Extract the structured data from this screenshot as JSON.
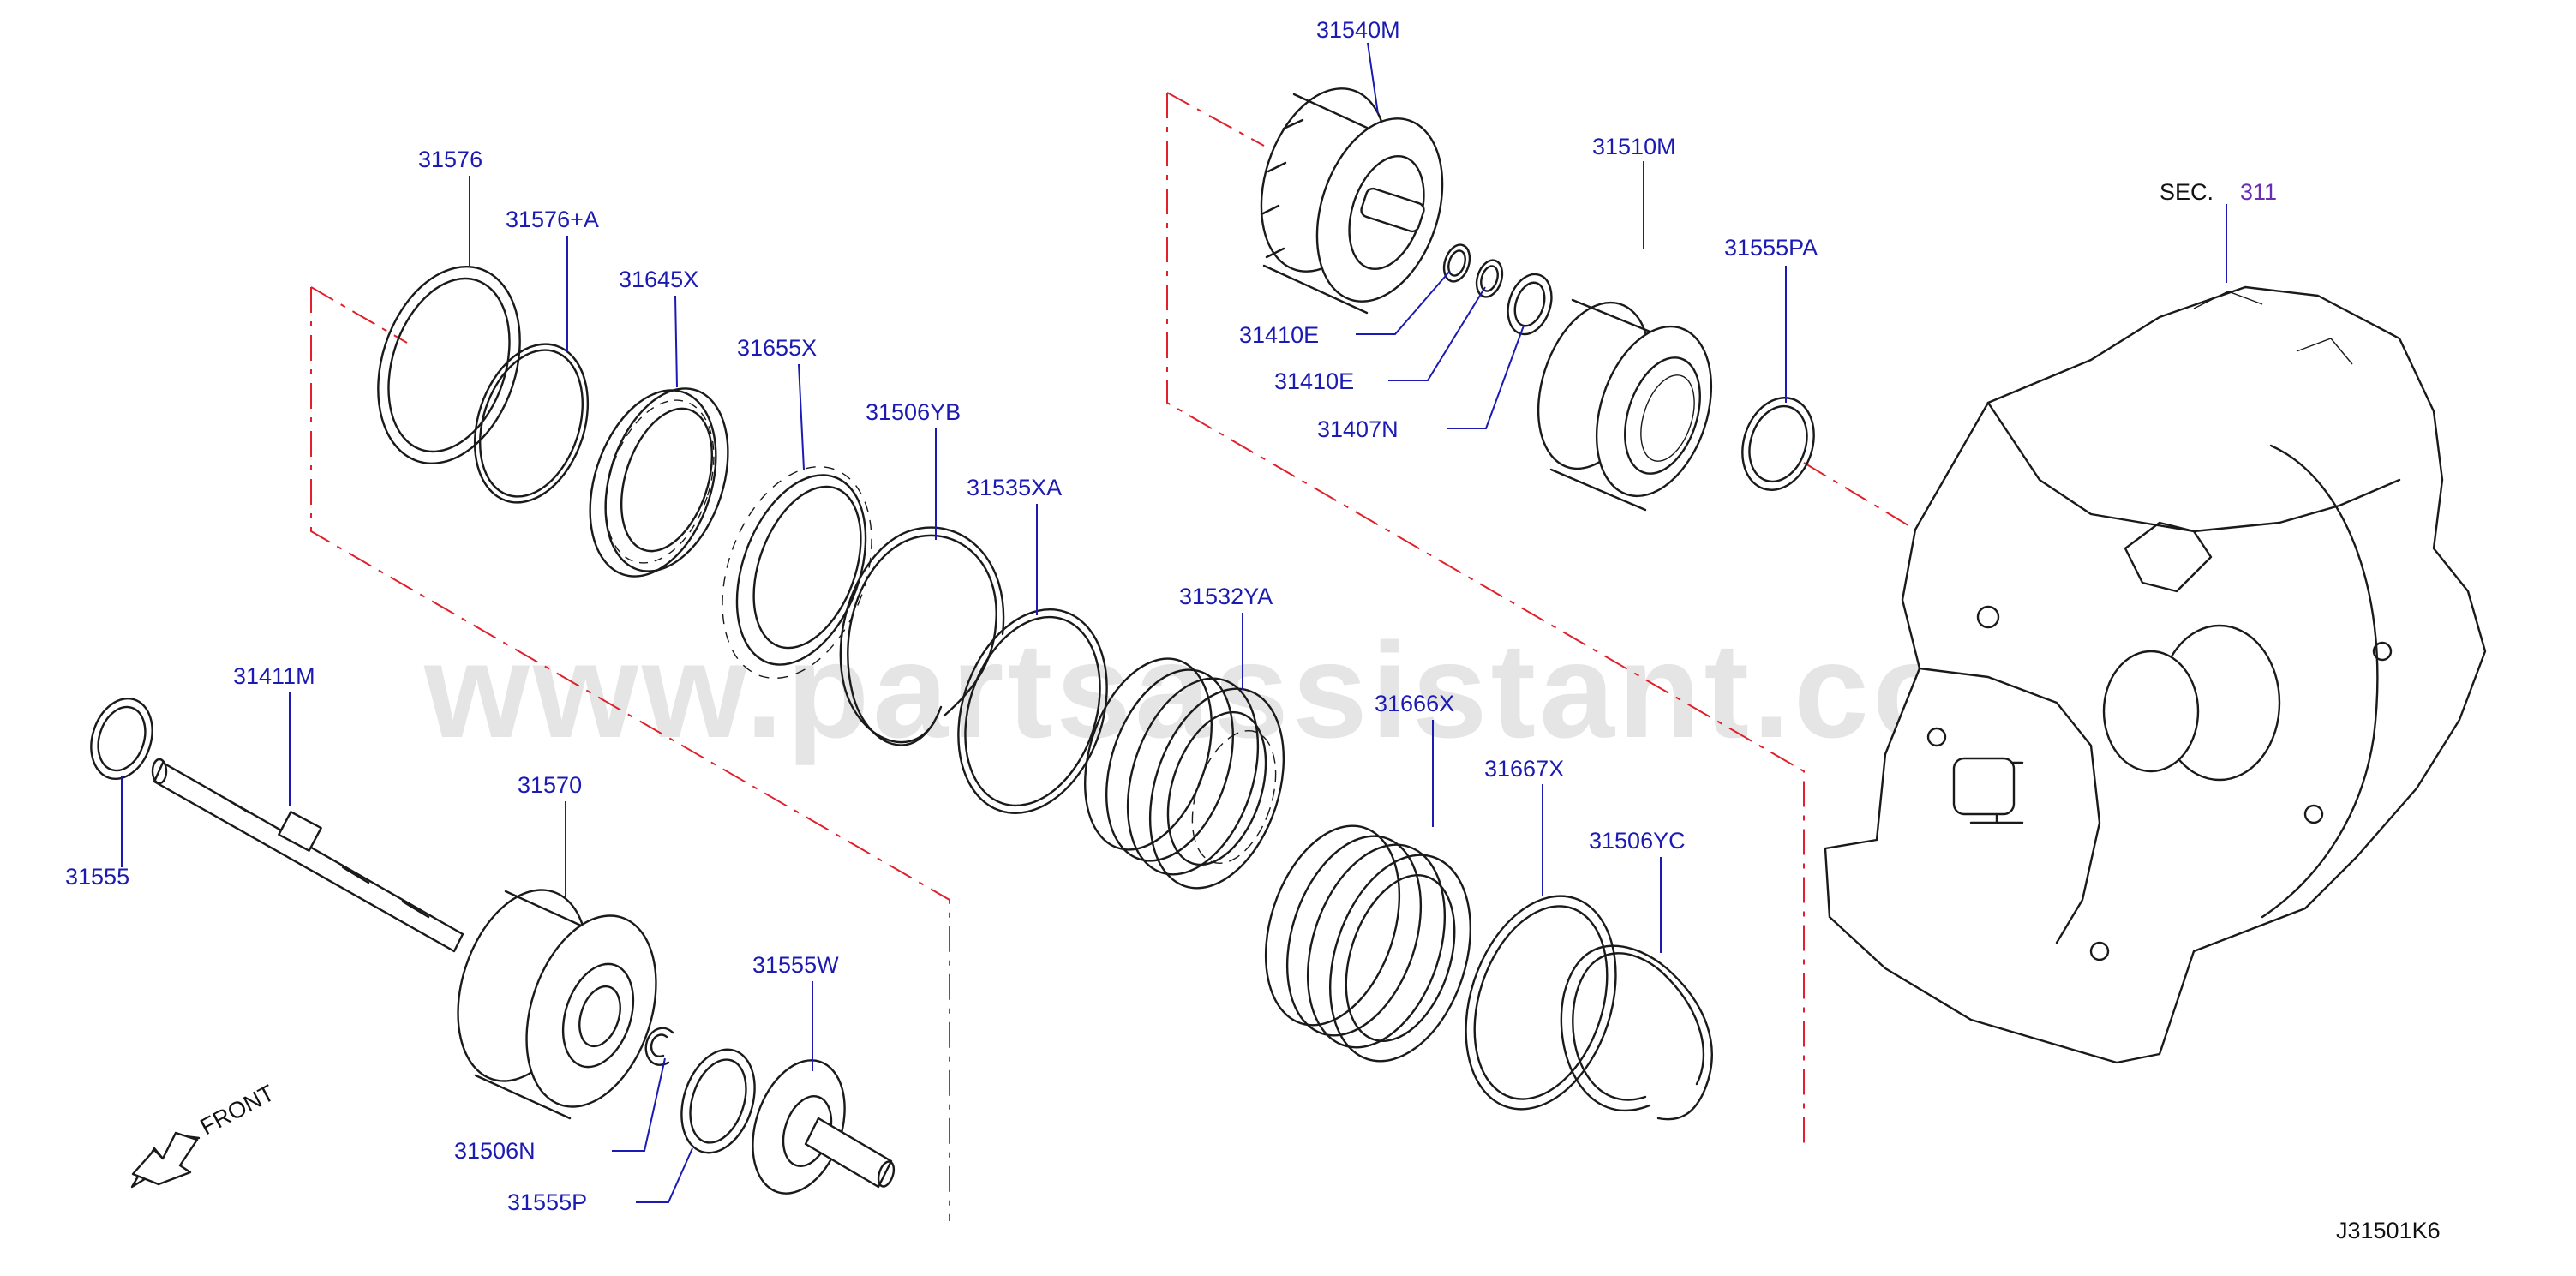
{
  "diagram": {
    "watermark": "www.partsassistant.com",
    "figure_code": "J31501K6",
    "direction_label": "FRONT",
    "section_ref": {
      "prefix": "SEC.",
      "number": "311"
    },
    "part_labels": [
      "31576",
      "31576+A",
      "31645X",
      "31655X",
      "31506YB",
      "31535XA",
      "31540M",
      "31410E",
      "31410E",
      "31407N",
      "31510M",
      "31555PA",
      "31411M",
      "31555",
      "31570",
      "31555W",
      "31506N",
      "31555P",
      "31532YA",
      "31666X",
      "31667X",
      "31506YC"
    ]
  }
}
